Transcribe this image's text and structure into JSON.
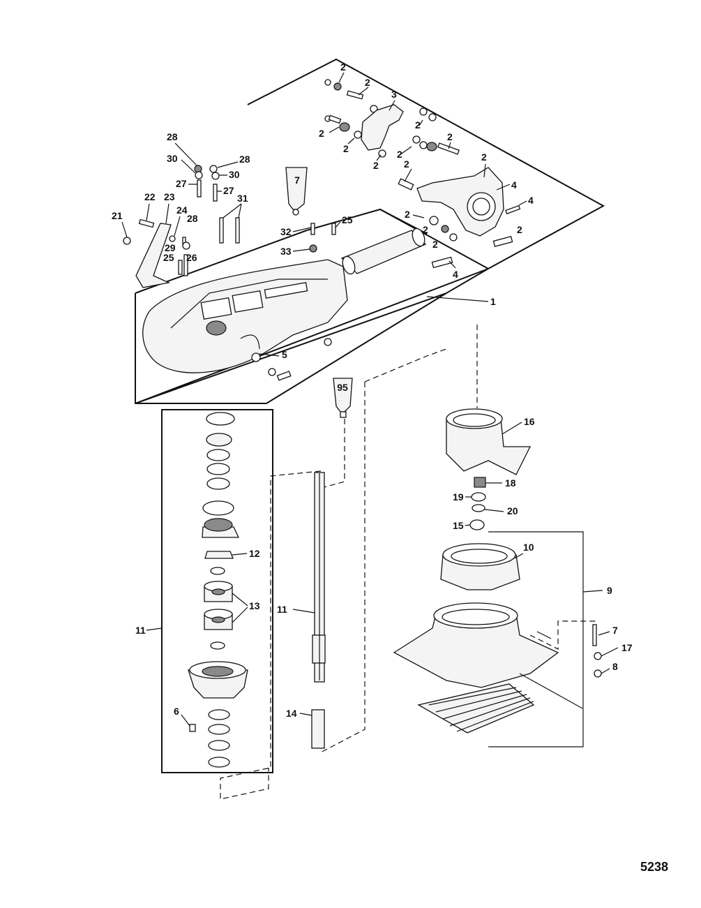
{
  "figure_number": "5238",
  "callouts": [
    "1",
    "2",
    "3",
    "4",
    "5",
    "6",
    "7",
    "8",
    "9",
    "10",
    "11",
    "12",
    "13",
    "14",
    "15",
    "16",
    "17",
    "18",
    "19",
    "20",
    "21",
    "22",
    "23",
    "24",
    "25",
    "26",
    "27",
    "28",
    "29",
    "30",
    "31",
    "32",
    "33",
    "95"
  ],
  "tube_labels": {
    "grease": "95",
    "sealant": "7"
  },
  "colors": {
    "line": "#111111",
    "shading": "#8a8a8a",
    "fill": "#f4f4f4"
  }
}
